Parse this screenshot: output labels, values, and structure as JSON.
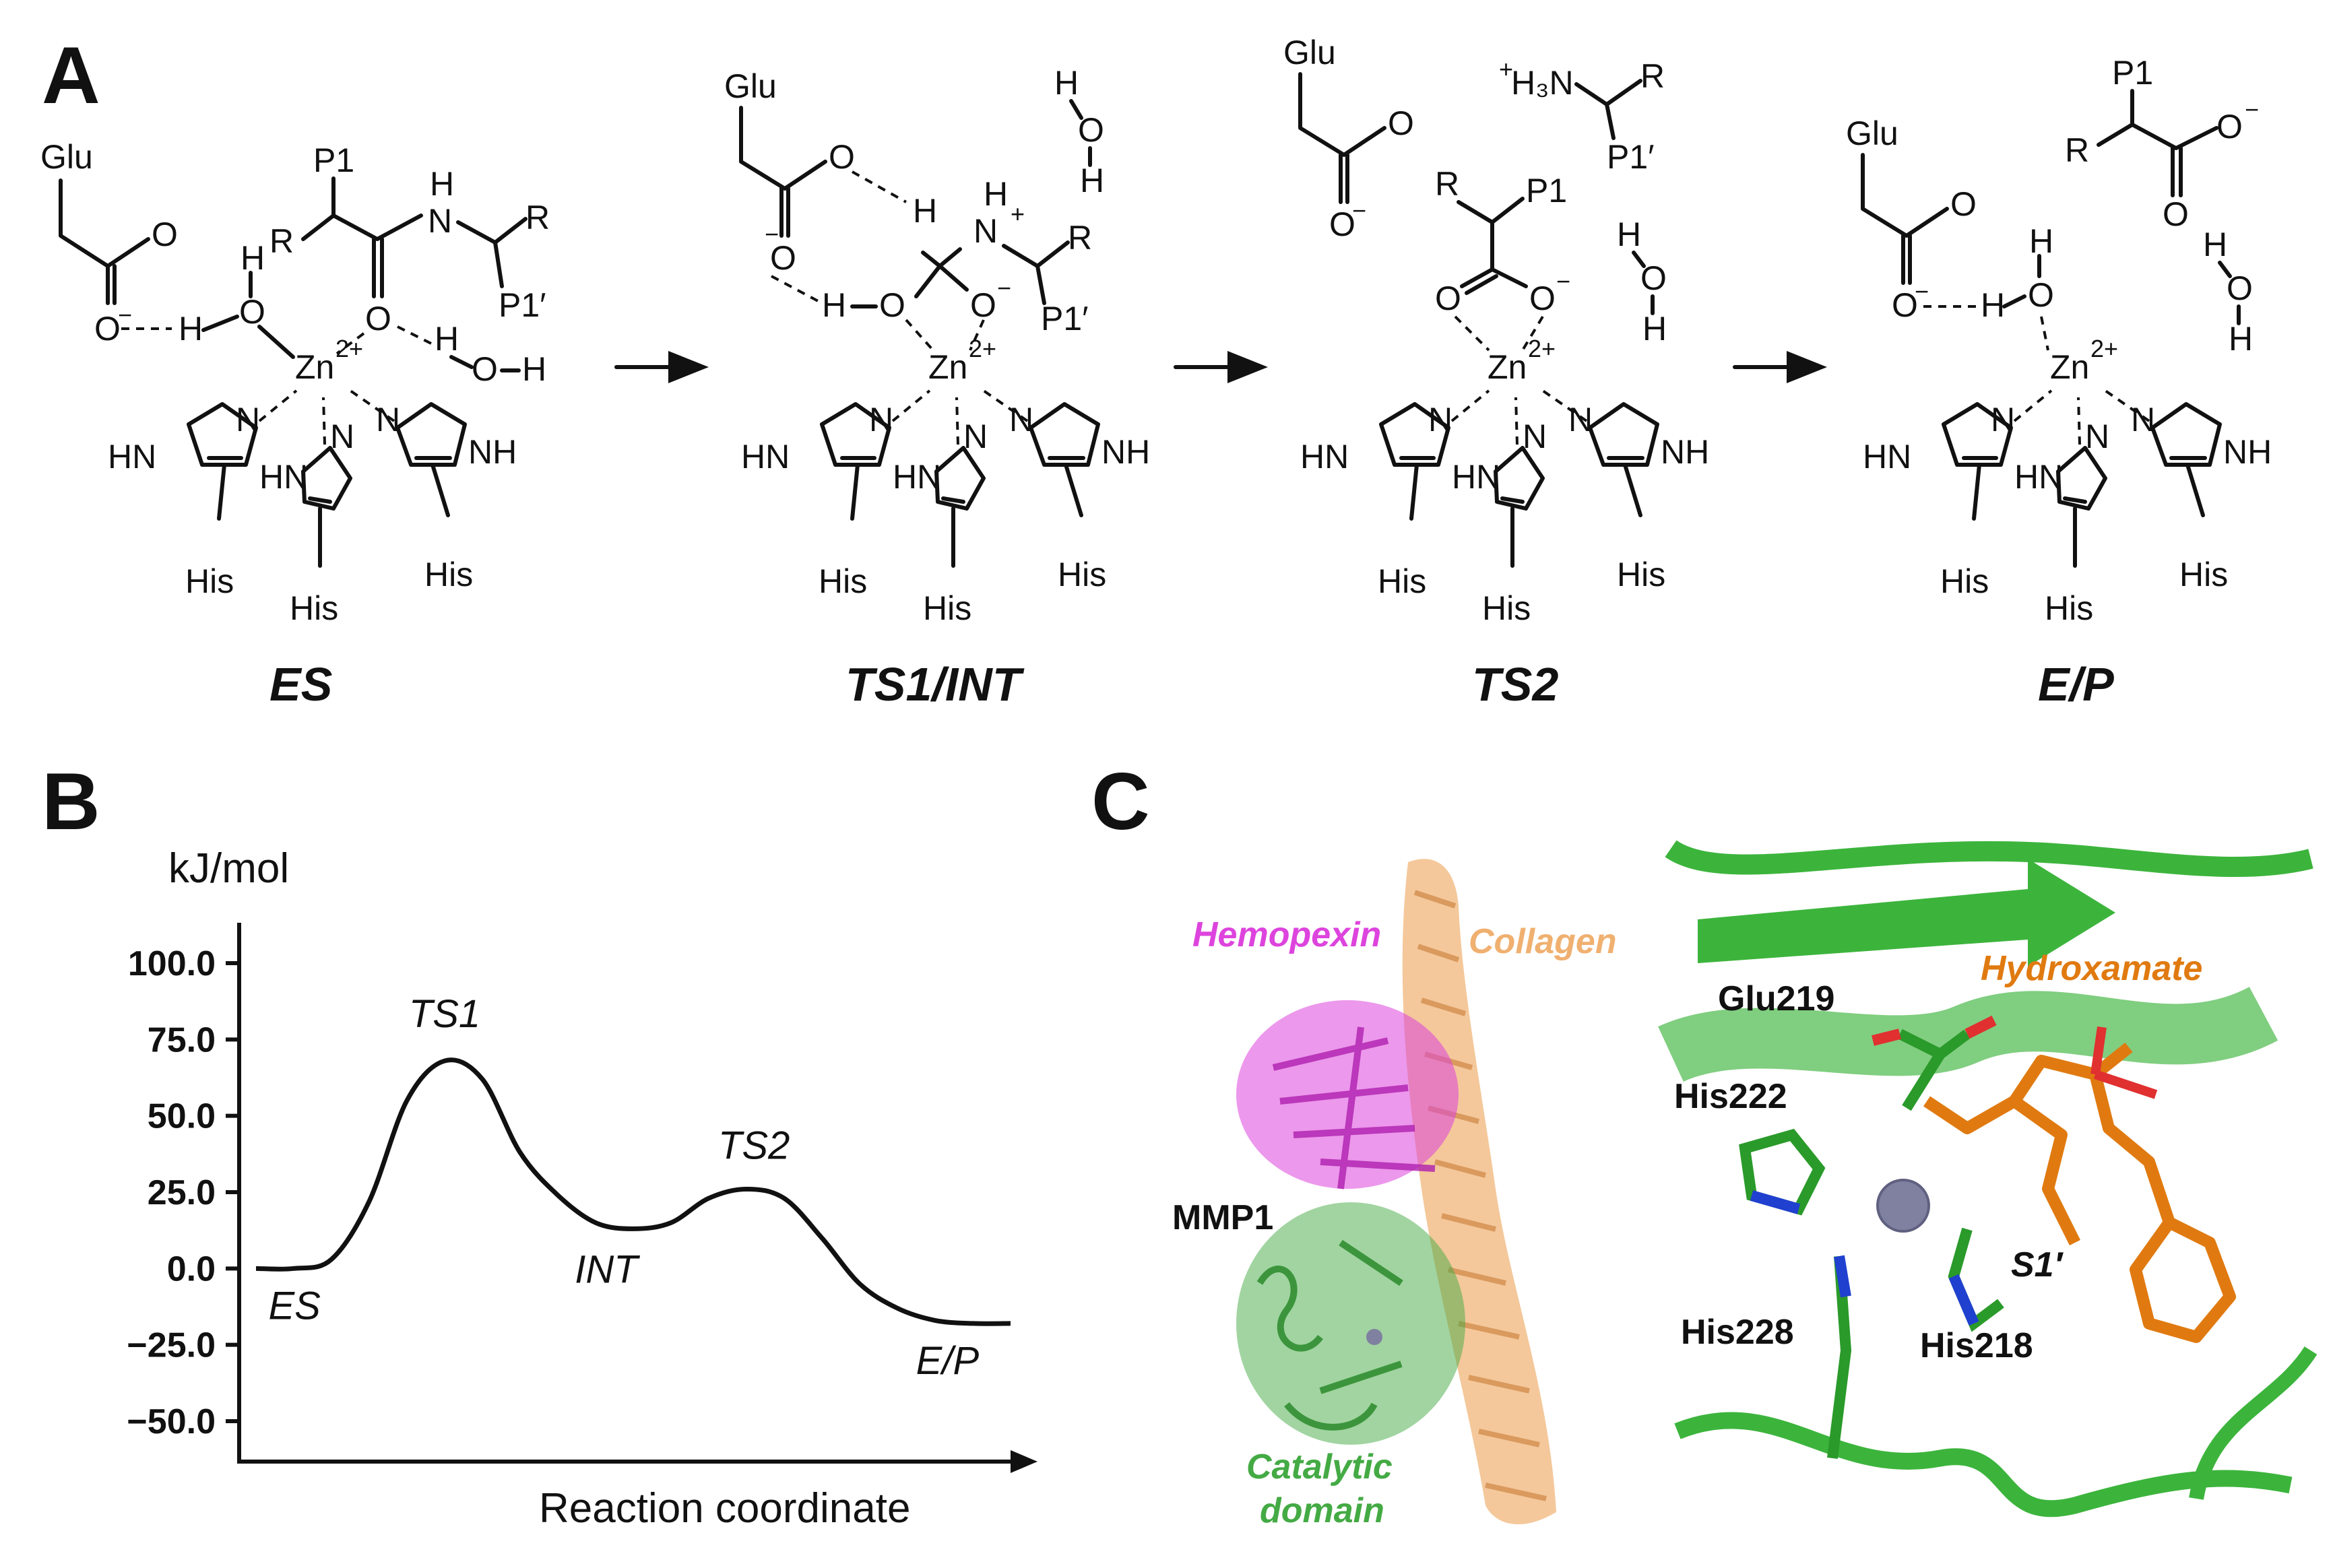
{
  "panels": {
    "a": "A",
    "b": "B",
    "c": "C"
  },
  "scheme": {
    "states": [
      {
        "name": "ES",
        "labels": {
          "glu": "Glu",
          "p1": "P1",
          "r1": "R",
          "nh": "N",
          "nh_h": "H",
          "r2": "R",
          "p1p": "P1′",
          "o_carb1": "O",
          "o_carb2": "O",
          "o_minus": "−",
          "h_w1": "H",
          "o_w1": "O",
          "h_w1b": "H",
          "o_sub": "O",
          "h_w2": "H",
          "o_w2": "O",
          "h_w2b": "H",
          "zn": "Zn",
          "zn_charge": "2+",
          "his_nh1": "HN",
          "his_n1": "N",
          "his_nh2": "HN",
          "his_n2": "N",
          "his_nh3": "NH",
          "his_n3": "N",
          "his1": "His",
          "his2": "His",
          "his3": "His"
        }
      },
      {
        "name": "TS1/INT",
        "labels": {
          "glu": "Glu",
          "o_carb1": "O",
          "o_minus": "−",
          "o_carb2": "O",
          "h1": "H",
          "n": "N",
          "n_h": "H",
          "n_plus": "+",
          "r": "R",
          "p1p": "P1′",
          "h_oh": "H",
          "o_oh": "O",
          "o_minus2": "O",
          "minus2": "−",
          "w_h1": "H",
          "w_o": "O",
          "w_h2": "H",
          "zn": "Zn",
          "zn_charge": "2+",
          "his_nh1": "HN",
          "his_n1": "N",
          "his_nh2": "HN",
          "his_n2": "N",
          "his_nh3": "NH",
          "his_n3": "N",
          "his1": "His",
          "his2": "His",
          "his3": "His"
        }
      },
      {
        "name": "TS2",
        "labels": {
          "glu": "Glu",
          "o_carb1": "O",
          "o_minus": "O",
          "minus": "−",
          "amine": "H₃N",
          "amine_plus": "+",
          "r_top": "R",
          "p1p": "P1′",
          "r": "R",
          "p1": "P1",
          "o_a": "O",
          "o_b": "O",
          "minus2": "−",
          "w_h1": "H",
          "w_o": "O",
          "w_h2": "H",
          "zn": "Zn",
          "zn_charge": "2+",
          "his_nh1": "HN",
          "his_n1": "N",
          "his_nh2": "HN",
          "his_n2": "N",
          "his_nh3": "NH",
          "his_n3": "N",
          "his1": "His",
          "his2": "His",
          "his3": "His"
        }
      },
      {
        "name": "E/P",
        "labels": {
          "glu": "Glu",
          "o_carb1": "O",
          "o_minus": "O",
          "minus": "−",
          "h_w1": "H",
          "o_w1": "O",
          "h_w1b": "H",
          "p1": "P1",
          "r": "R",
          "o_top": "O",
          "minus2": "−",
          "o_bot": "O",
          "w_h1": "H",
          "w_o": "O",
          "w_h2": "H",
          "zn": "Zn",
          "zn_charge": "2+",
          "his_nh1": "HN",
          "his_n1": "N",
          "his_nh2": "HN",
          "his_n2": "N",
          "his_nh3": "NH",
          "his_n3": "N",
          "his1": "His",
          "his2": "His",
          "his3": "His"
        }
      }
    ]
  },
  "chart_data": {
    "type": "line",
    "title": "",
    "ylabel": "kJ/mol",
    "xlabel": "Reaction coordinate",
    "ylim": [
      -50,
      100
    ],
    "yticks": [
      "100.0",
      "75.0",
      "50.0",
      "25.0",
      "0.0",
      "−25.0",
      "−50.0"
    ],
    "ytick_values": [
      100,
      75,
      50,
      25,
      0,
      -25,
      -50
    ],
    "series": [
      {
        "x": [
          0,
          0.05,
          0.1,
          0.15,
          0.2,
          0.25,
          0.3,
          0.35,
          0.4,
          0.45,
          0.5,
          0.55,
          0.6,
          0.65,
          0.7,
          0.75,
          0.8,
          0.85,
          0.9,
          0.95,
          1.0
        ],
        "values": [
          0,
          0,
          3,
          22,
          55,
          68,
          62,
          38,
          24,
          15,
          13,
          15,
          23,
          26,
          23,
          10,
          -5,
          -13,
          -17,
          -18,
          -18
        ]
      }
    ],
    "points": [
      {
        "label": "ES",
        "x": 0.06,
        "y": 0
      },
      {
        "label": "TS1",
        "x": 0.25,
        "y": 68
      },
      {
        "label": "INT",
        "x": 0.5,
        "y": 13
      },
      {
        "label": "TS2",
        "x": 0.66,
        "y": 26
      },
      {
        "label": "E/P",
        "x": 0.97,
        "y": -18
      }
    ]
  },
  "structure": {
    "overview_labels": {
      "hemopexin": "Hemopexin",
      "collagen": "Collagen",
      "mmp1": "MMP1",
      "catalytic1": "Catalytic",
      "catalytic2": "domain"
    },
    "site_labels": {
      "glu219": "Glu219",
      "his222": "His222",
      "his228": "His228",
      "his218": "His218",
      "hydroxamate": "Hydroxamate",
      "s1p": "S1′"
    },
    "colors": {
      "hemopexin": "#dd44dd",
      "collagen": "#f0b070",
      "catalytic": "#44aa44",
      "hydroxamate": "#e07a10",
      "zinc": "#8080a0"
    }
  }
}
